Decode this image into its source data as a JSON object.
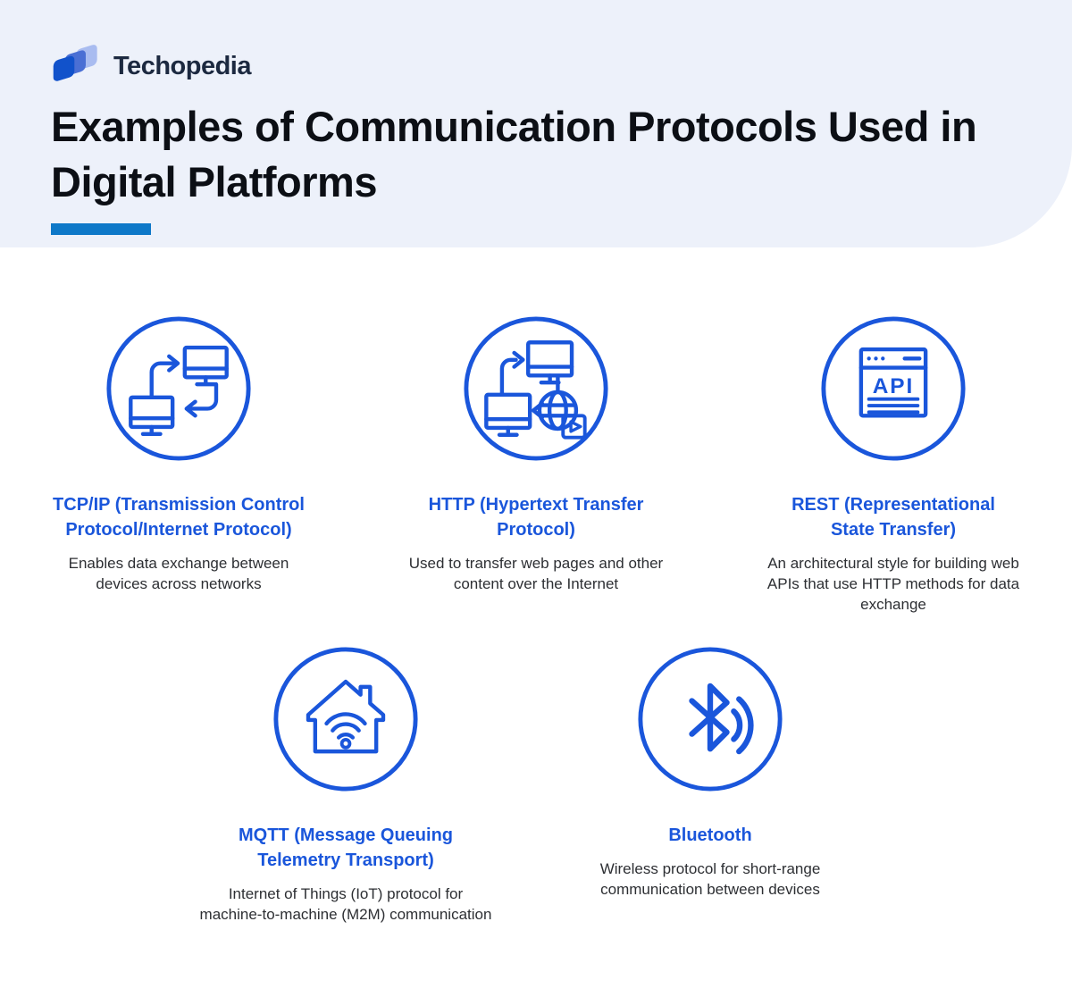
{
  "brand": {
    "name": "Techopedia"
  },
  "header": {
    "title": "Examples of Communication Protocols Used in Digital Platforms"
  },
  "colors": {
    "header_background": "#edf1fa",
    "title_text": "#0c0f15",
    "accent_bar": "#0e78c8",
    "protocol_blue": "#1a56db",
    "body_text": "#2d2f33",
    "logo_dark_blue": "#1152cb",
    "logo_mid_blue": "#4a6fd4",
    "logo_light_blue": "#a9bcf0"
  },
  "protocols": [
    {
      "id": "tcpip",
      "icon": "networked-monitors-exchange-icon",
      "name": "TCP/IP (Transmission Control Protocol/Internet Protocol)",
      "description": "Enables data exchange between devices across networks"
    },
    {
      "id": "http",
      "icon": "monitor-globe-transfer-icon",
      "name": "HTTP (Hypertext Transfer Protocol)",
      "description": "Used to transfer web pages and other content over the Internet"
    },
    {
      "id": "rest",
      "icon": "api-browser-window-icon",
      "icon_text": "API",
      "name": "REST (Representational State Transfer)",
      "description": "An architectural style for building web APIs that use HTTP methods for data exchange"
    },
    {
      "id": "mqtt",
      "icon": "smart-home-wifi-icon",
      "name": "MQTT (Message Queuing Telemetry Transport)",
      "description": "Internet of Things (IoT) protocol for machine-to-machine (M2M) communication"
    },
    {
      "id": "bluetooth",
      "icon": "bluetooth-signal-icon",
      "name": "Bluetooth",
      "description": "Wireless protocol for short-range communication between devices"
    }
  ]
}
